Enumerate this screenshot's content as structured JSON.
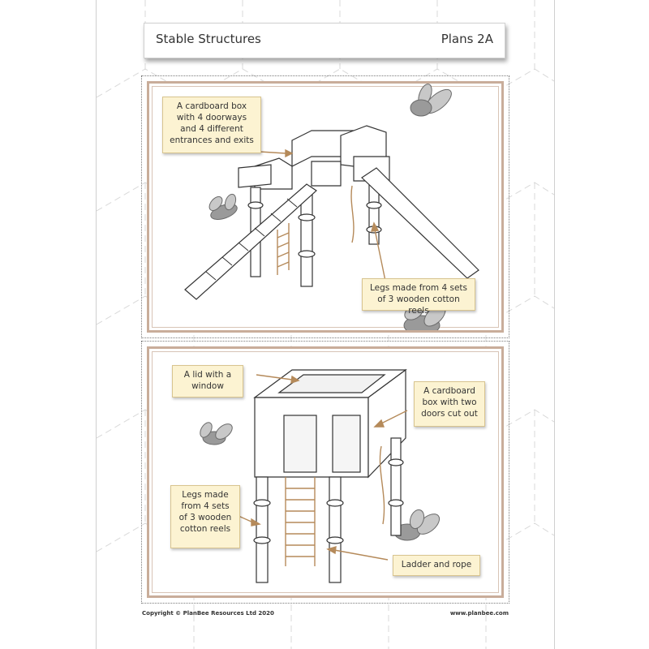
{
  "header": {
    "title": "Stable Structures",
    "plan_label": "Plans 2A"
  },
  "panel_top": {
    "label_box": "A cardboard box\nwith 4 doorways\nand 4 different\nentrances and exits",
    "label_legs": "Legs made from 4 sets\nof 3 wooden cotton reels"
  },
  "panel_bottom": {
    "label_lid": "A lid with a\nwindow",
    "label_box": "A cardboard\nbox with two\ndoors cut out",
    "label_legs": "Legs made\nfrom 4 sets\nof 3 wooden\ncotton reels",
    "label_ladder": "Ladder and rope"
  },
  "footer": {
    "copyright": "Copyright © PlanBee Resources Ltd 2020",
    "website": "www.planbee.com"
  },
  "colors": {
    "frame": "#c9ad9a",
    "label_bg": "#fcf3d2",
    "arrow": "#b58a5a",
    "bee": "#9a9a9a"
  }
}
